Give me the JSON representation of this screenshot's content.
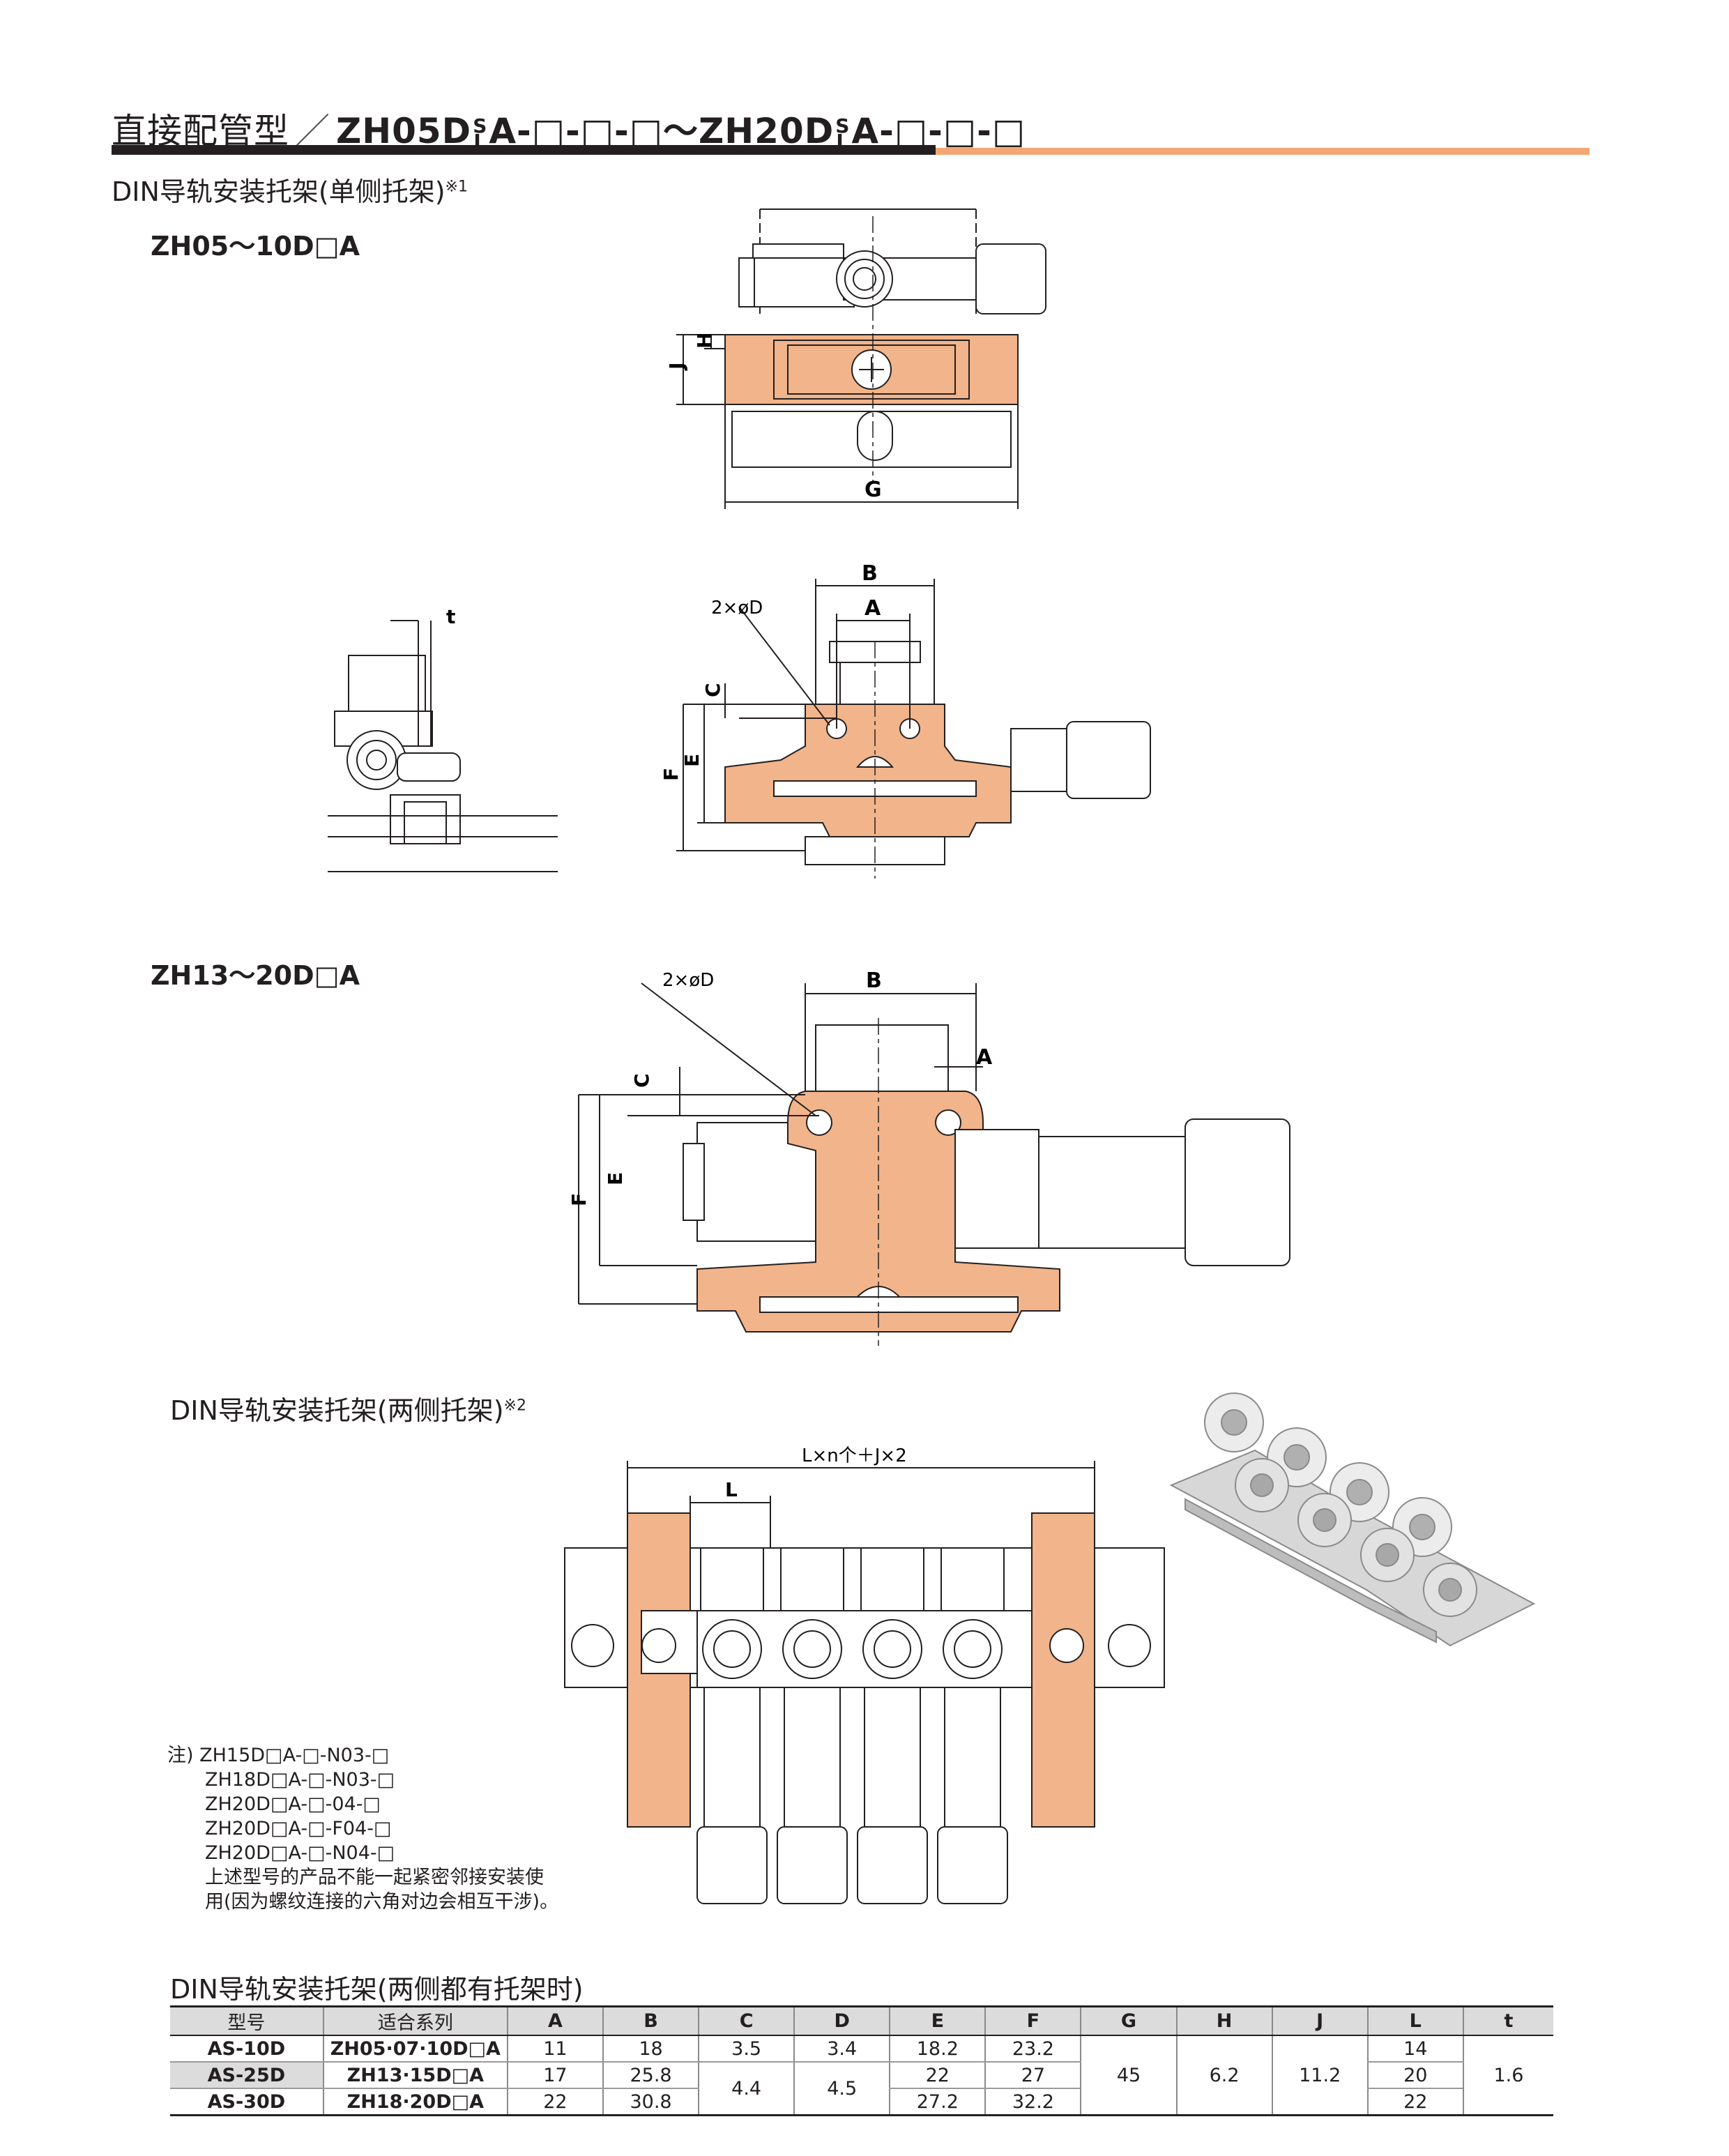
{
  "header": {
    "title_cn": "直接配管型",
    "slash": "／",
    "model_a_pre": "ZH05D",
    "model_a_post": "A-□-□-□",
    "tilde": "～",
    "model_b_pre": "ZH20D",
    "model_b_post": "A-□-□-□",
    "sl_top": "S",
    "sl_bottom": "L"
  },
  "section1": {
    "title": "DIN导轨安装托架(单侧托架)",
    "note_mark": "※1"
  },
  "group1": {
    "title": "ZH05～10D□A"
  },
  "group2": {
    "title": "ZH13～20D□A"
  },
  "section2": {
    "title": "DIN导轨安装托架(两侧托架)",
    "note_mark": "※2"
  },
  "dims": {
    "G": "G",
    "H": "H",
    "J": "J",
    "t": "t",
    "B": "B",
    "A": "A",
    "phiD": "2×øD",
    "C": "C",
    "E": "E",
    "F": "F",
    "L": "L",
    "Lspan": "L×n个＋J×2"
  },
  "notes": {
    "lines": [
      "注) ZH15D□A-□-N03-□",
      "ZH18D□A-□-N03-□",
      "ZH20D□A-□-04-□",
      "ZH20D□A-□-F04-□",
      "ZH20D□A-□-N04-□",
      "上述型号的产品不能一起紧密邻接安装使",
      "用(因为螺纹连接的六角对边会相互干涉)。"
    ]
  },
  "table": {
    "title": "DIN导轨安装托架(两侧都有托架时)",
    "headers": [
      "型号",
      "适合系列",
      "A",
      "B",
      "C",
      "D",
      "E",
      "F",
      "G",
      "H",
      "J",
      "L",
      "t"
    ],
    "rows": [
      {
        "model": "AS-10D",
        "series": "ZH05·07·10D□A",
        "A": "11",
        "B": "18",
        "C": "3.5",
        "D": "3.4",
        "E": "18.2",
        "F": "23.2",
        "L": "14"
      },
      {
        "model": "AS-25D",
        "series": "ZH13·15D□A",
        "A": "17",
        "B": "25.8",
        "E": "22",
        "F": "27",
        "L": "20"
      },
      {
        "model": "AS-30D",
        "series": "ZH18·20D□A",
        "A": "22",
        "B": "30.8",
        "E": "27.2",
        "F": "32.2",
        "L": "22"
      }
    ],
    "merged": {
      "C": "4.4",
      "D": "4.5",
      "G": "45",
      "H": "6.2",
      "J": "11.2",
      "t": "1.6"
    }
  },
  "colors": {
    "accent_orange": "#f2b48a",
    "rule_orange": "#f2a774",
    "ink": "#231f20"
  }
}
